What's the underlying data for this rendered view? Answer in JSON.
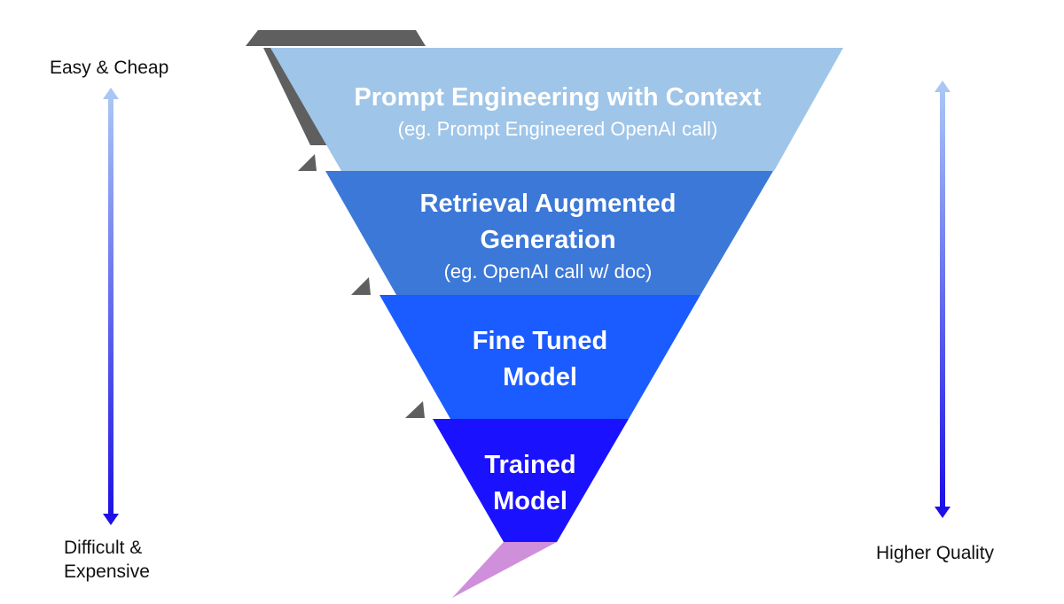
{
  "tiers": [
    {
      "title_lines": [
        "Prompt Engineering with Context"
      ],
      "subtitle": "(eg. Prompt Engineered OpenAI call)",
      "color": "#9fc5e8"
    },
    {
      "title_lines": [
        "Retrieval Augmented",
        "Generation"
      ],
      "subtitle": "(eg. OpenAI call w/ doc)",
      "color": "#3c78d8"
    },
    {
      "title_lines": [
        "Fine Tuned",
        "Model"
      ],
      "subtitle": "",
      "color": "#1a5cff"
    },
    {
      "title_lines": [
        "Trained",
        "Model"
      ],
      "subtitle": "",
      "color": "#1a12ff"
    }
  ],
  "left_axis": {
    "top_label": "Easy & Cheap",
    "bottom_label_lines": [
      "Difficult &",
      "Expensive"
    ],
    "gradient_top": "#a9c6f5",
    "gradient_bottom": "#1d10e6"
  },
  "right_axis": {
    "label": "Higher Quality",
    "gradient_top": "#a9c6f5",
    "gradient_bottom": "#1d10e6"
  },
  "colors": {
    "shadow": "#5f5f5f",
    "tip": "#cf8fdb"
  }
}
